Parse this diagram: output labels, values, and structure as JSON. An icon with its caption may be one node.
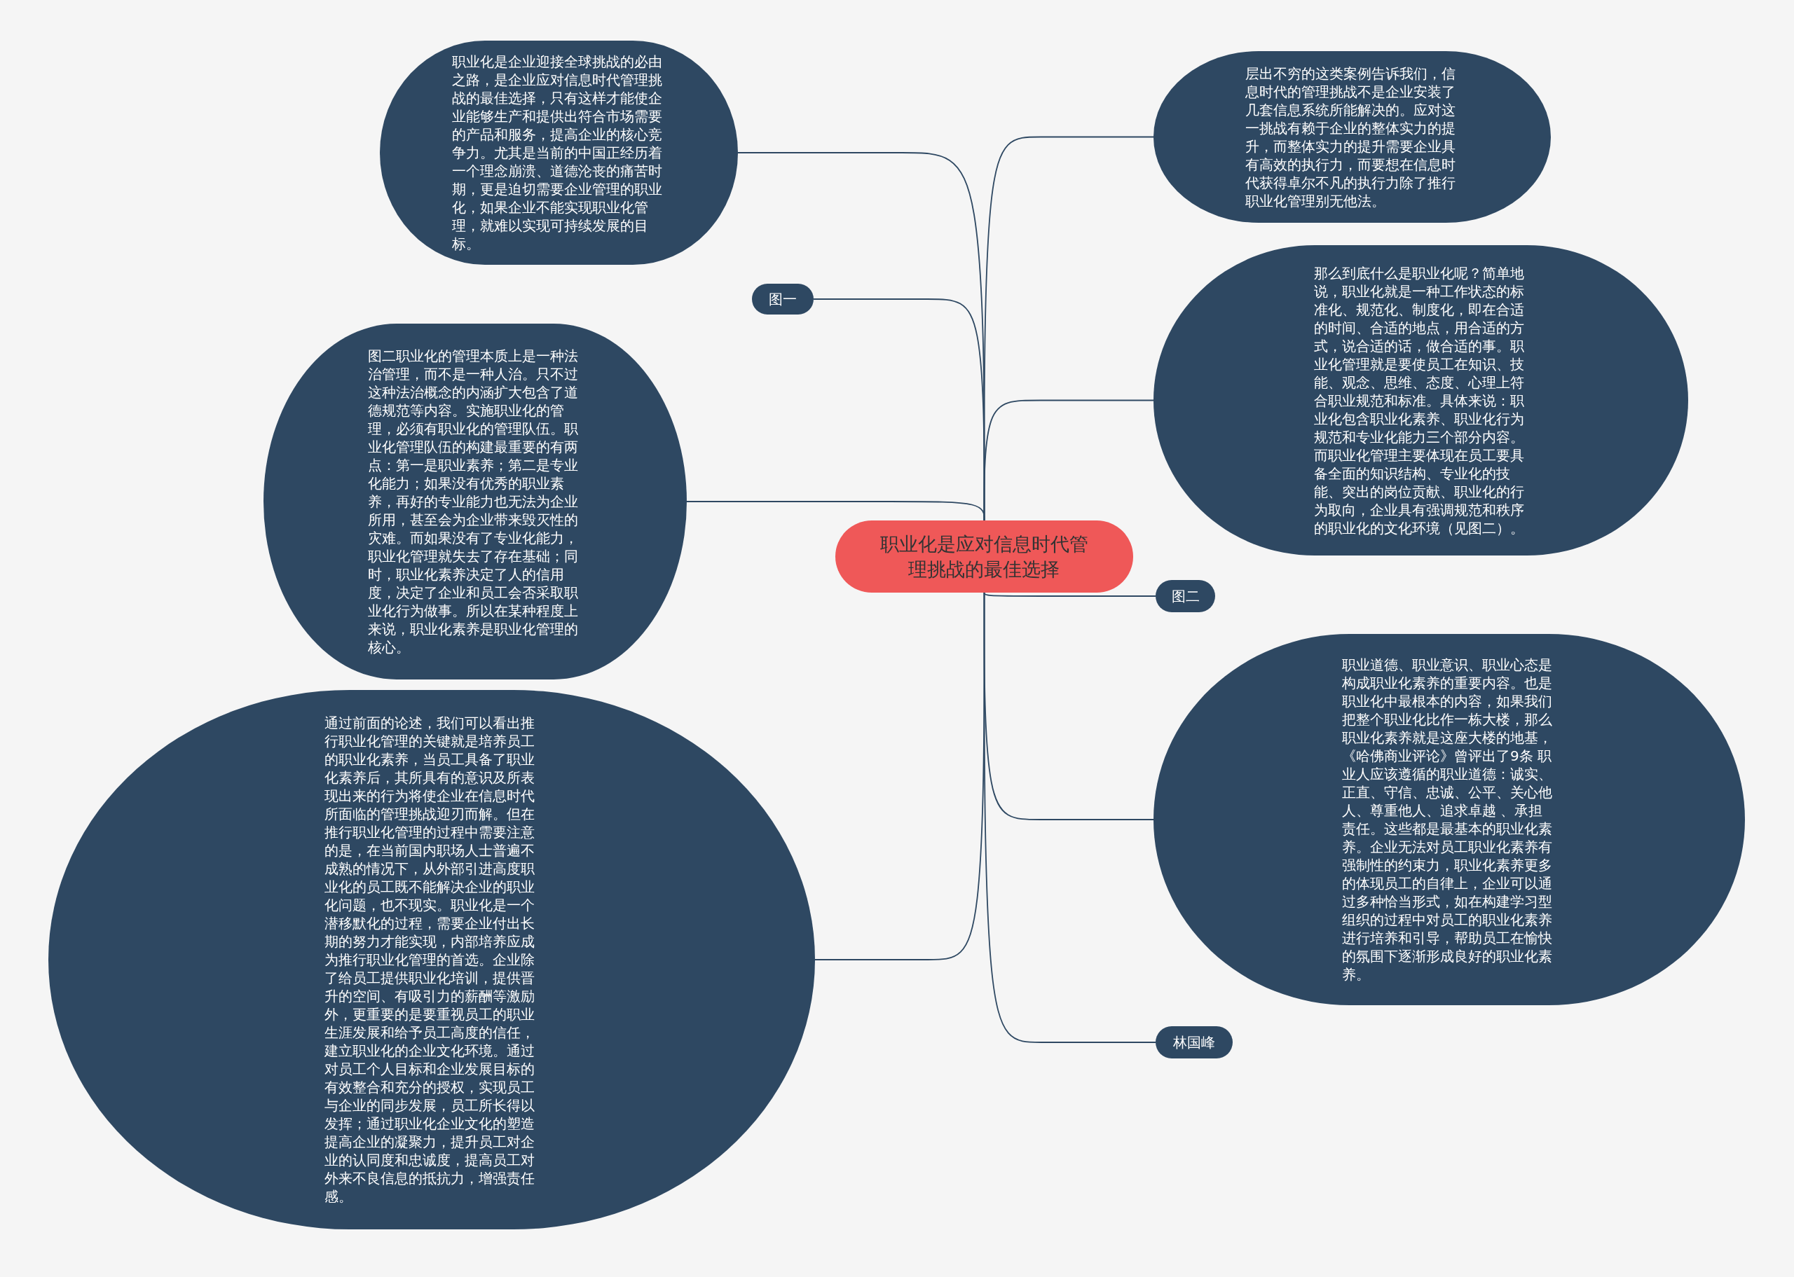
{
  "diagram": {
    "nodes": [
      {
        "text": [
          "职业化是应对信息时代管理挑战的最佳选择"
        ]
      },
      {
        "text": [
          "职业化是企业迎接全球挑战的必由之路，是企业应对信息时代管理挑战的最佳选择，只有这样才能使企业能够生产和提供出符合市场需要的产品和服务，提高企业的核心竞争力。尤其是当前的中国正经历着一个理念崩溃、道德沦丧的痛苦时期，更是迫切需要企业管理的职业化，如果企业不能实现职业化管理，就难以实现可持续发展的目标。"
        ]
      },
      {
        "text": [
          "图一"
        ]
      },
      {
        "text": [
          "图二职业化的管理本质上是一种法治管理，而不是一种人治。只不过这种法治概念的内涵扩大包含了道德规范等内容。实施职业化的管理，必须有职业化的管理队伍。职业化管理队伍的构建最重要的有两点：第一是职业素养；第二是专业化能力；如果没有优秀的职业素养，再好的专业能力也无法为企业所用，甚至会为企业带来毁灭性的灾难。而如果没有了专业化能力，职业化管理就失去了存在基础；同时，职业化素养决定了人的信用度，决定了企业和员工会否采取职业化行为做事。所以在某种程度上来说，职业化素养是职业化管理的核心。"
        ]
      },
      {
        "text": [
          "通过前面的论述，我们可以看出推行职业化管理的关键就是培养员工的职业化素养，当员工具备了职业化素养后，其所具有的意识及所表现出来的行为将使企业在信息时代所面临的管理挑战迎刃而解。但在推行职业化管理的过程中需要注意的是，在当前国内职场人士普遍不成熟的情况下，从外部引进高度职业化的员工既不能解决企业的职业化问题，也不现实。职业化是一个潜移默化的过程，需要企业付出长期的努力才能实现，内部培养应成为推行职业化管理的首选。企业除了给员工提供职业化培训，提供晋升的空间、有吸引力的薪酬等激励外，更重要的是要重视员工的职业生涯发展和给予员工高度的信任，建立职业化的企业文化环境。通过对员工个人目标和企业发展目标的有效整合和充分的授权，实现员工与企业的同步发展，员工所长得以发挥；通过职业化企业文化的塑造提高企业的凝聚力，提升员工对企业的认同度和忠诚度，提高员工对外来不良信息的抵抗力，增强责任感。"
        ]
      },
      {
        "text": [
          "层出不穷的这类案例告诉我们，信息时代的管理挑战不是企业安装了几套信息系统所能解决的。应对这一挑战有赖于企业的整体实力的提升，而整体实力的提升需要企业具有高效的执行力，而要想在信息时代获得卓尔不凡的执行力除了推行职业化管理别无他法。"
        ]
      },
      {
        "text": [
          "那么到底什么是职业化呢？简单地说，职业化就是一种工作状态的标准化、规范化、制度化，即在合适的时间、合适的地点，用合适的方式，说合适的话，做合适的事。职业化管理就是要使员工在知识、技能、观念、思维、态度、心理上符合职业规范和标准。具体来说：职业化包含职业化素养、职业化行为规范和专业化能力三个部分内容。而职业化管理主要体现在员工要具备全面的知识结构、专业化的技能、突出的岗位贡献、职业化的行为取向，企业具有强调规范和秩序的职业化的文化环境（见图二）。"
        ]
      },
      {
        "text": [
          "图二"
        ]
      },
      {
        "text": [
          "职业道德、职业意识、职业心态是构成职业化素养的重要内容。也是职业化中最根本的内容，如果我们把整个职业化比作一栋大楼，那么职业化素养就是这座大楼的地基，《哈佛商业评论》曾评出了9条 职业人应该遵循的职业道德：诚实、正直、守信、忠诚、公平、关心他人、尊重他人、追求卓越 、承担责任。这些都是最基本的职业化素养。企业无法对员工职业化素养有强制性的约束力，职业化素养更多的体现员工的自律上，企业可以通过多种恰当形式，如在构建学习型组织的过程中对员工的职业化素养进行培养和引导，帮助员工在愉快的氛围下逐渐形成良好的职业化素养。"
        ]
      },
      {
        "text": [
          "林国峰"
        ]
      }
    ],
    "edges": [
      {
        "from": 0,
        "to": 1,
        "arrow": "none"
      },
      {
        "from": 0,
        "to": 2,
        "arrow": "none"
      },
      {
        "from": 0,
        "to": 3,
        "arrow": "none"
      },
      {
        "from": 0,
        "to": 4,
        "arrow": "none"
      },
      {
        "from": 0,
        "to": 5,
        "arrow": "none"
      },
      {
        "from": 0,
        "to": 6,
        "arrow": "none"
      },
      {
        "from": 0,
        "to": 7,
        "arrow": "none"
      },
      {
        "from": 0,
        "to": 8,
        "arrow": "none"
      },
      {
        "from": 0,
        "to": 9,
        "arrow": "none"
      }
    ]
  }
}
